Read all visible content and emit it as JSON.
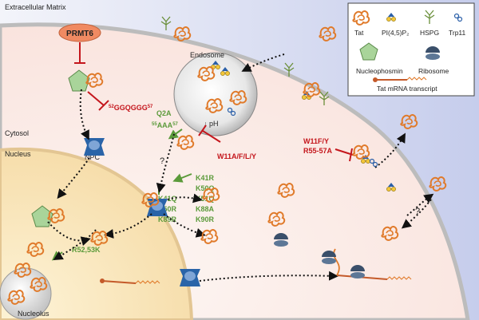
{
  "regions": {
    "extracellular": "Extracellular Matrix",
    "endosome": "Endosome",
    "cytosol": "Cytosol",
    "nucleus": "Nucleus",
    "nucleolus": "Nucleolus",
    "npc": "NPC",
    "ph": "↓ pH"
  },
  "labels": {
    "prmt6": "PRMT6",
    "ggqggg_pre": "52",
    "ggqggg": "GGQGGG",
    "ggqggg_post": "57",
    "q2a": "Q2A",
    "aaa_pre": "55",
    "aaa": "AAA",
    "aaa_post": "57",
    "w11a": "W11A/F/L/Y",
    "w11f": "W11F/Y",
    "r55": "R55-57A",
    "question1": "?",
    "question2": "?",
    "k_left": [
      "K41Q",
      "K50R",
      "K89R"
    ],
    "k_right": [
      "K41R",
      "K50Q",
      "K51Q",
      "K88A",
      "K90R"
    ],
    "r52": "R52,53K"
  },
  "legend": {
    "tat": "Tat",
    "pip2": "PI(4,5)P₂",
    "hspg": "HSPG",
    "trp11": "Trp11",
    "nucleophosmin": "Nucleophosmin",
    "ribosome": "Ribosome",
    "mrna": "Tat mRNA transcript"
  },
  "colors": {
    "tat": "#e07a2a",
    "red": "#c4161c",
    "green": "#5b9a3a",
    "npc": "#2a64a8",
    "ribosome": "#3a4f6a",
    "nucleophosmin": "#a9d49a"
  }
}
